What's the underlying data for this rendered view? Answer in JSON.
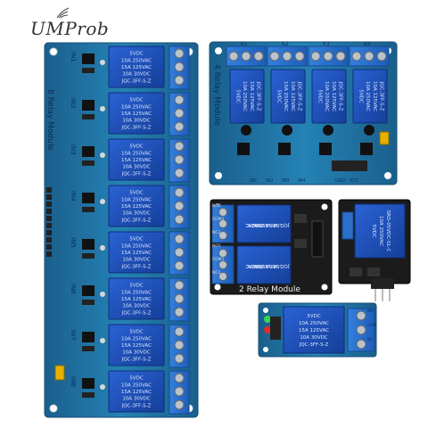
{
  "brand": {
    "logo_text": "UMProb"
  },
  "products": [
    {
      "id": "8ch",
      "module_label": "8 Relay Module",
      "channel_labels": [
        "IN1",
        "IN2",
        "IN3",
        "IN4",
        "IN5",
        "IN6",
        "IN7",
        "IN8"
      ],
      "relay_text": {
        "voltage": "5VDC",
        "line1": "10A 250VAC",
        "line2": "15A 125VAC",
        "line3": "10A 30VDC",
        "model": "JQC-3FF-S-Z"
      }
    },
    {
      "id": "4ch",
      "module_label": "4 Relay Module",
      "channel_labels": [
        "K1",
        "K2",
        "K3",
        "K4"
      ],
      "pin_labels": [
        "IN1",
        "IN2",
        "IN3",
        "IN4",
        "GND",
        "VCC"
      ],
      "relay_text": {
        "voltage": "5VDC",
        "line1": "10A 250VAC",
        "line2": "10A 125VAC",
        "model": "JQC-3FF-S-Z"
      }
    },
    {
      "id": "2ch",
      "module_label": "2 Relay Module",
      "pin_labels": [
        "NO2",
        "COM2",
        "NC2",
        "NO1",
        "COM1",
        "NC1"
      ],
      "relay_text": {
        "voltage": "5VDC",
        "line1": "10A 250VAC",
        "line2": "15A 125VAC",
        "model": "JQC-3FF-S-Z"
      }
    },
    {
      "id": "1ch-black",
      "relay_text": {
        "voltage": "5VDC",
        "line1": "10A 250VAC",
        "model": "SRD-05VDC-SL-C"
      }
    },
    {
      "id": "1ch-blue",
      "pin_labels": [
        "NO",
        "COM",
        "NC"
      ],
      "relay_text": {
        "voltage": "5VDC",
        "line1": "10A 250VAC",
        "line2": "15A 125VAC",
        "line3": "10A 30VDC",
        "model": "JQC-3FF-S-Z"
      }
    }
  ],
  "colors": {
    "pcb_blue": "#1f6f9e",
    "pcb_black": "#1b1b1b",
    "relay_blue": "#1d4fb8",
    "terminal_blue": "#2b6fc9",
    "led_green": "#39d353",
    "led_red": "#e52b2b"
  }
}
